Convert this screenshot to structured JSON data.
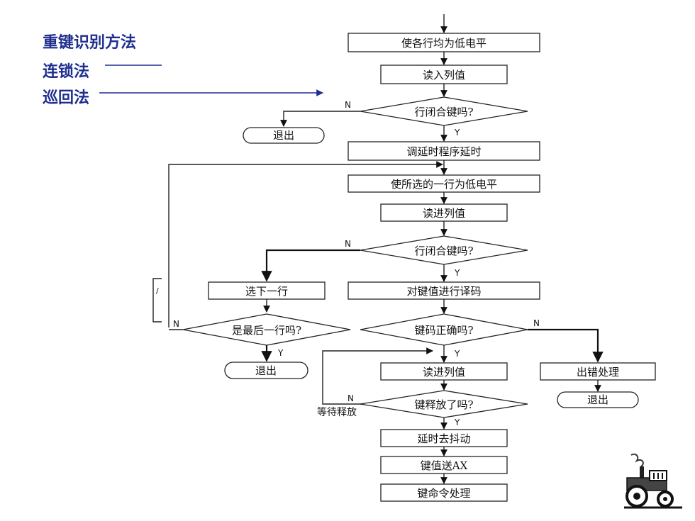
{
  "left_titles": {
    "t1": "重键识别方法",
    "t2": "连锁法",
    "t3": "巡回法"
  },
  "flow": {
    "n1": "使各行均为低电平",
    "n2": "读入列值",
    "d1": "行闭合键吗?",
    "exit1": "退出",
    "n3": "调延时程序延时",
    "n4": "使所选的一行为低电平",
    "n5": "读进列值",
    "d2": "行闭合键吗?",
    "n6": "选下一行",
    "n7": "对键值进行译码",
    "d3": "是最后一行吗?",
    "d4": "键码正确吗?",
    "exit2": "退出",
    "n8": "读进列值",
    "n9": "出错处理",
    "d5": "键释放了吗?",
    "wait": "等待释放",
    "exit3": "退出",
    "n10": "延时去抖动",
    "n11": "键值送AX",
    "n12": "键命令处理"
  },
  "labels": {
    "N": "N",
    "Y": "Y"
  },
  "icons": {
    "logo": "tractor-icon"
  }
}
